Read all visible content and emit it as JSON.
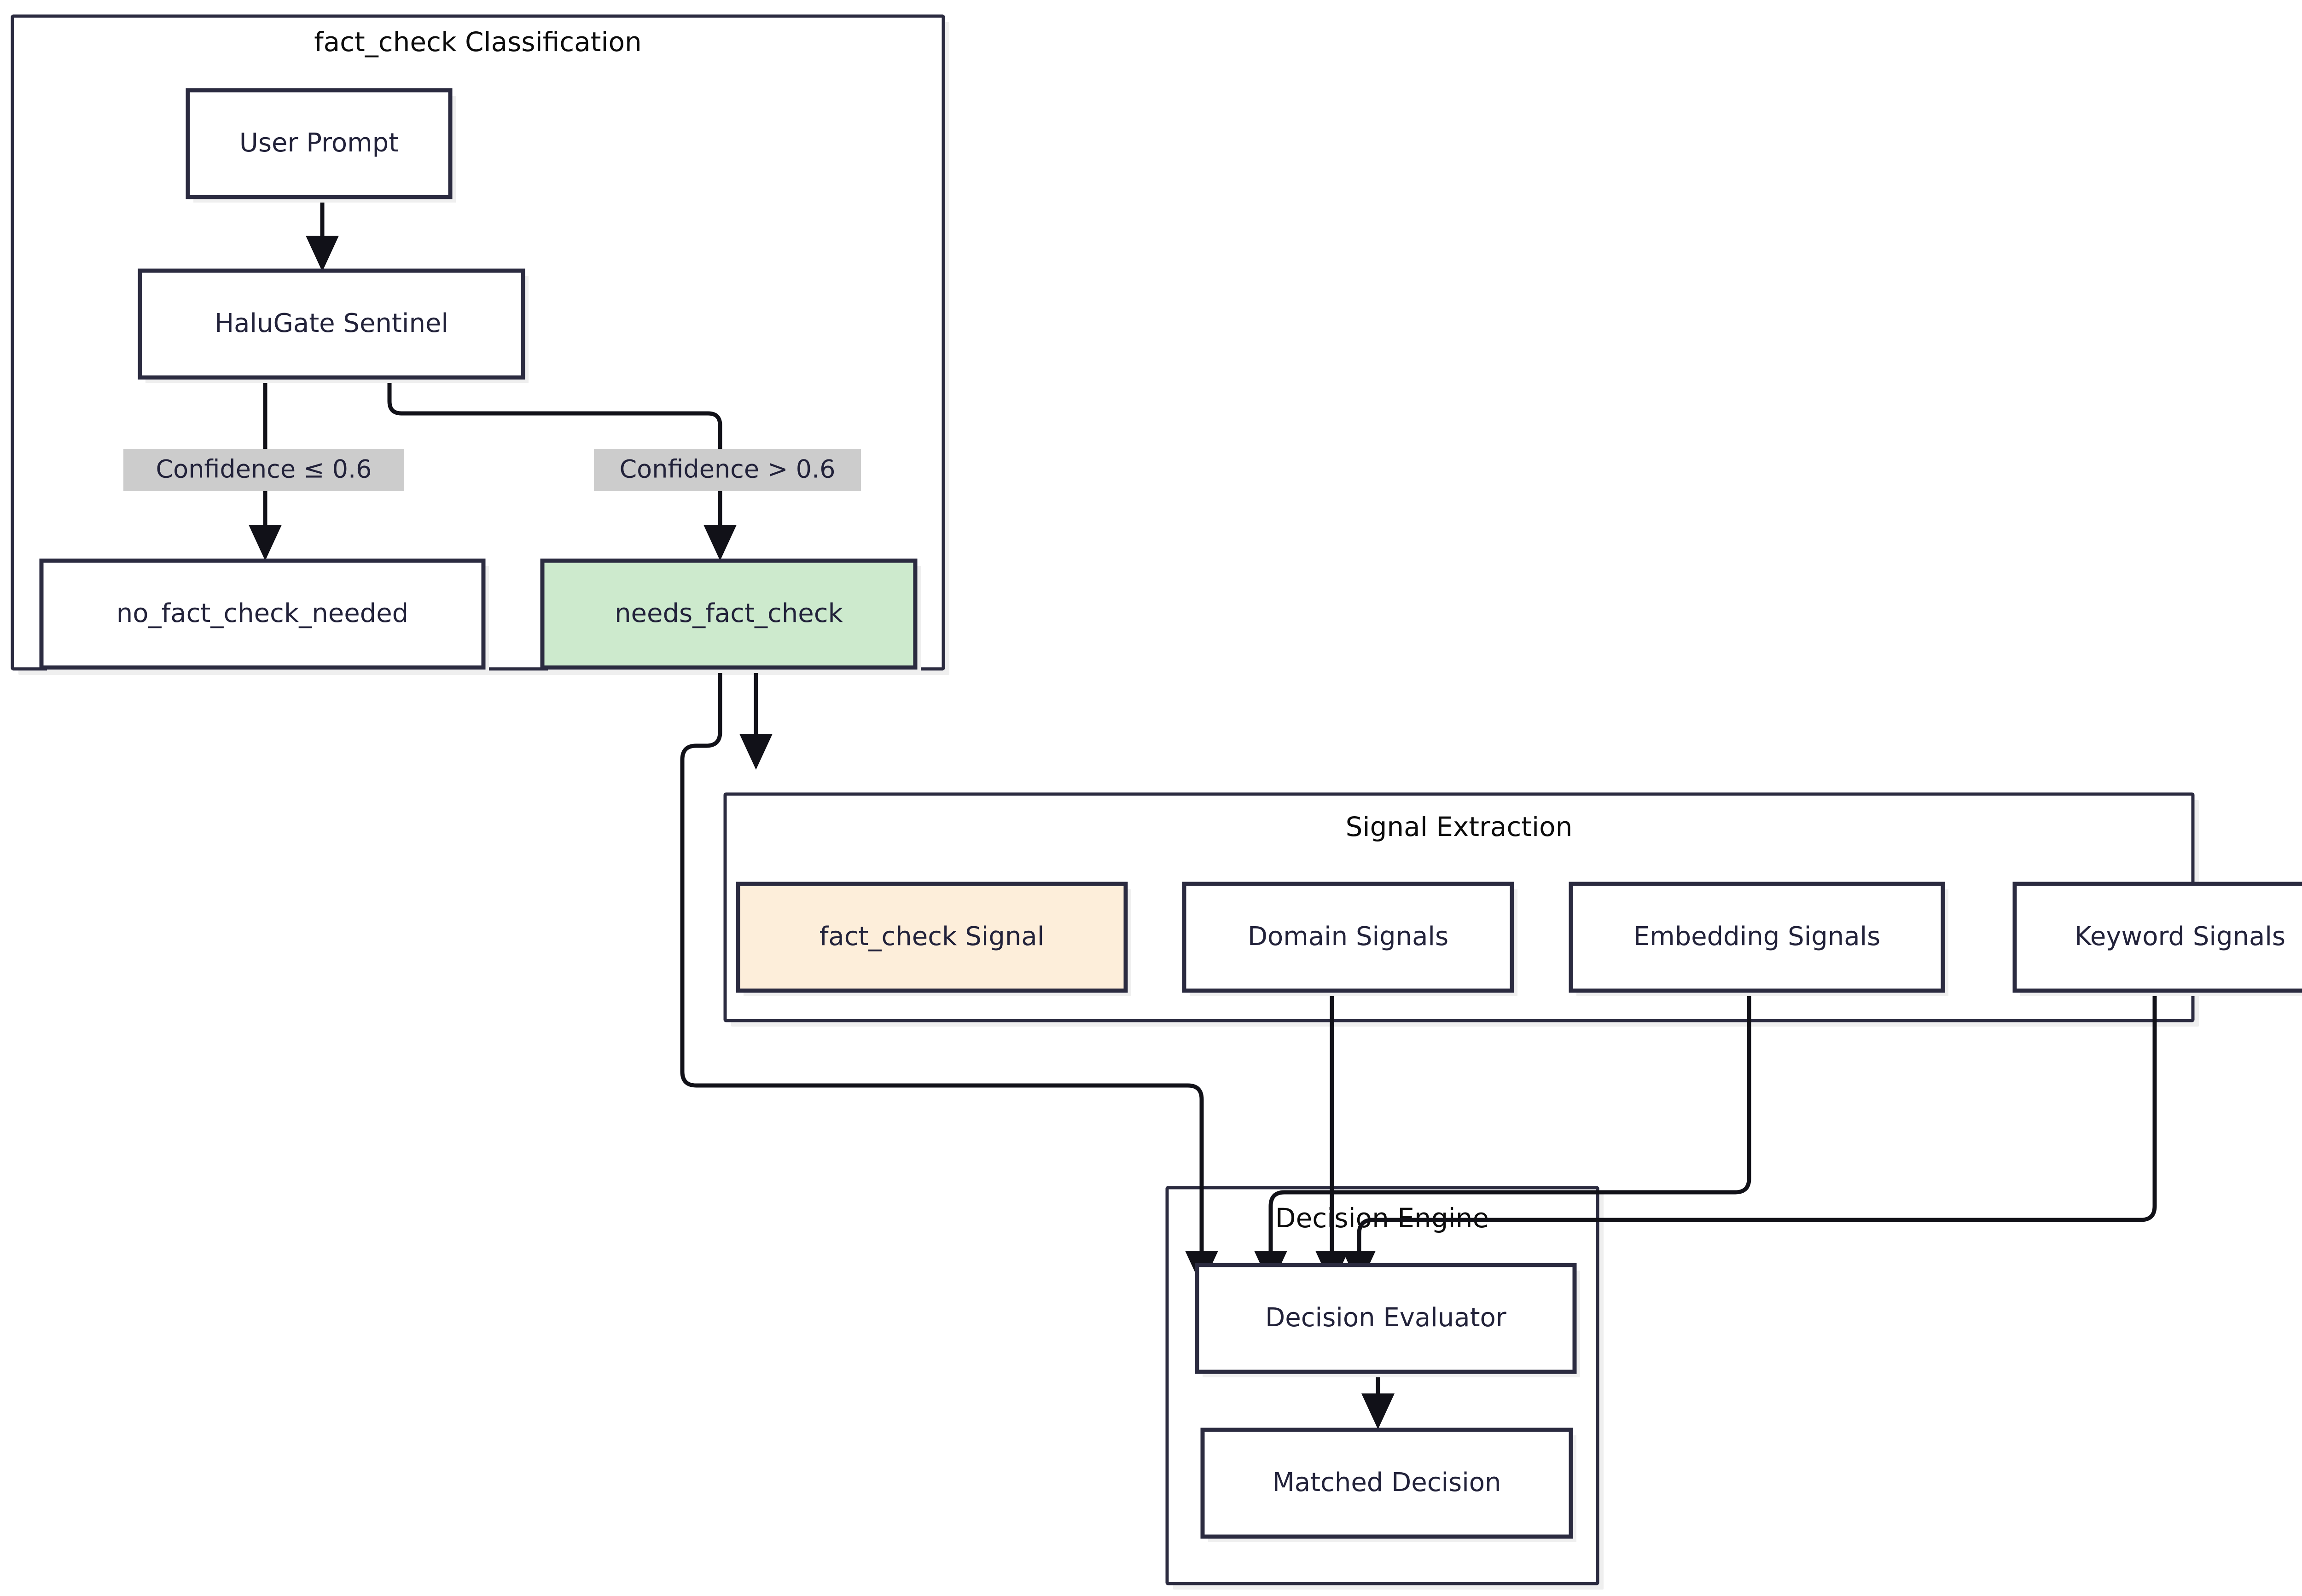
{
  "diagram": {
    "type": "flowchart",
    "direction": "top-down",
    "background": "#ffffff",
    "palette": {
      "node_stroke": "#2b2b40",
      "node_fill": "#ffffff",
      "highlight_green": "#cdeacd",
      "highlight_orange": "#fdeeda",
      "edge_stroke": "#111118",
      "edge_label_bg": "#cccccc",
      "cluster_stroke": "#2b2b40",
      "shadow": "#efefef",
      "text": "#22223a",
      "title_text": "#0b0b0b"
    },
    "clusters": [
      {
        "id": "cluster-classification",
        "title": "fact_check Classification"
      },
      {
        "id": "cluster-signal-extraction",
        "title": "Signal Extraction"
      },
      {
        "id": "cluster-decision-engine",
        "title": "Decision Engine"
      }
    ],
    "nodes": [
      {
        "id": "user-prompt",
        "label": "User Prompt",
        "cluster": "cluster-classification",
        "style": "default"
      },
      {
        "id": "halugate-sentinel",
        "label": "HaluGate Sentinel",
        "cluster": "cluster-classification",
        "style": "default"
      },
      {
        "id": "no-fact-check-needed",
        "label": "no_fact_check_needed",
        "cluster": "cluster-classification",
        "style": "default"
      },
      {
        "id": "needs-fact-check",
        "label": "needs_fact_check",
        "cluster": "cluster-classification",
        "style": "green"
      },
      {
        "id": "fact-check-signal",
        "label": "fact_check Signal",
        "cluster": "cluster-signal-extraction",
        "style": "orange"
      },
      {
        "id": "domain-signals",
        "label": "Domain Signals",
        "cluster": "cluster-signal-extraction",
        "style": "default"
      },
      {
        "id": "embedding-signals",
        "label": "Embedding Signals",
        "cluster": "cluster-signal-extraction",
        "style": "default"
      },
      {
        "id": "keyword-signals",
        "label": "Keyword Signals",
        "cluster": "cluster-signal-extraction",
        "style": "default"
      },
      {
        "id": "decision-evaluator",
        "label": "Decision Evaluator",
        "cluster": "cluster-decision-engine",
        "style": "default"
      },
      {
        "id": "matched-decision",
        "label": "Matched Decision",
        "cluster": "cluster-decision-engine",
        "style": "default"
      }
    ],
    "edges": [
      {
        "from": "user-prompt",
        "to": "halugate-sentinel",
        "label": ""
      },
      {
        "from": "halugate-sentinel",
        "to": "no-fact-check-needed",
        "label": "Confidence ≤ 0.6"
      },
      {
        "from": "halugate-sentinel",
        "to": "needs-fact-check",
        "label": "Confidence > 0.6"
      },
      {
        "from": "needs-fact-check",
        "to": "fact-check-signal",
        "label": ""
      },
      {
        "from": "needs-fact-check",
        "to": "decision-evaluator",
        "label": ""
      },
      {
        "from": "domain-signals",
        "to": "decision-evaluator",
        "label": ""
      },
      {
        "from": "embedding-signals",
        "to": "decision-evaluator",
        "label": ""
      },
      {
        "from": "keyword-signals",
        "to": "decision-evaluator",
        "label": ""
      },
      {
        "from": "decision-evaluator",
        "to": "matched-decision",
        "label": ""
      }
    ],
    "edge_labels": [
      {
        "id": "label-confidence-low",
        "text": "Confidence ≤ 0.6"
      },
      {
        "id": "label-confidence-high",
        "text": "Confidence > 0.6"
      }
    ]
  }
}
